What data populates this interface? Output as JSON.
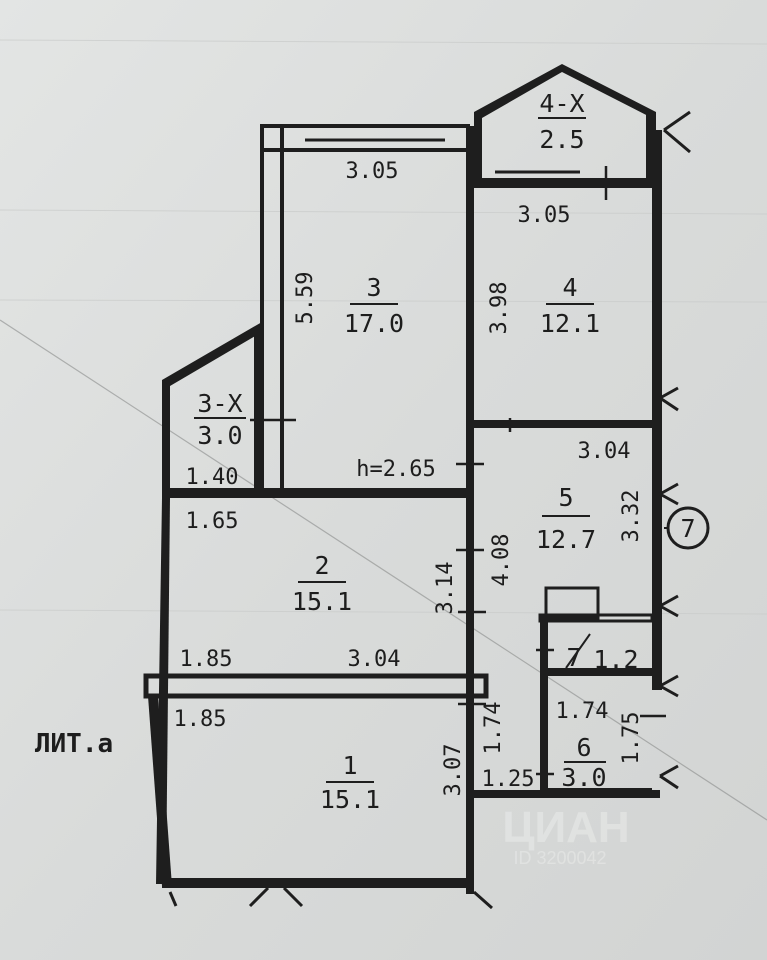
{
  "liter_label": "ЛИТ.а",
  "ceiling_height": "h=2.65",
  "section_marker": "7",
  "watermark": "ЦИАН",
  "watermark_id": "ID 3200042",
  "rooms": [
    {
      "key": "r1",
      "number": "1",
      "area": "15.1"
    },
    {
      "key": "r2",
      "number": "2",
      "area": "15.1"
    },
    {
      "key": "r3",
      "number": "3",
      "area": "17.0"
    },
    {
      "key": "r4",
      "number": "4",
      "area": "12.1"
    },
    {
      "key": "r5",
      "number": "5",
      "area": "12.7"
    },
    {
      "key": "r6",
      "number": "6",
      "area": "3.0"
    },
    {
      "key": "r7",
      "number": "7",
      "area": "1.2"
    },
    {
      "key": "r3x",
      "number": "3-Х",
      "area": "3.0"
    },
    {
      "key": "r4x",
      "number": "4-Х",
      "area": "2.5"
    }
  ],
  "dimensions": {
    "room3_top": "3.05",
    "room3_side": "5.59",
    "room4_top": "3.05",
    "room4_side": "3.98",
    "balcony3_width": "1.40",
    "room2_top_left": "1.65",
    "room2_side": "3.14",
    "room2_bottom_left": "1.85",
    "room2_bottom_right": "3.04",
    "room1_top_left": "1.85",
    "room1_side": "3.07",
    "room5_top": "3.04",
    "room5_side_left": "4.08",
    "room5_side_right": "3.32",
    "corridor_side": "1.74",
    "corridor_bottom": "1.25",
    "room6_top": "1.74",
    "room6_side": "1.75"
  }
}
